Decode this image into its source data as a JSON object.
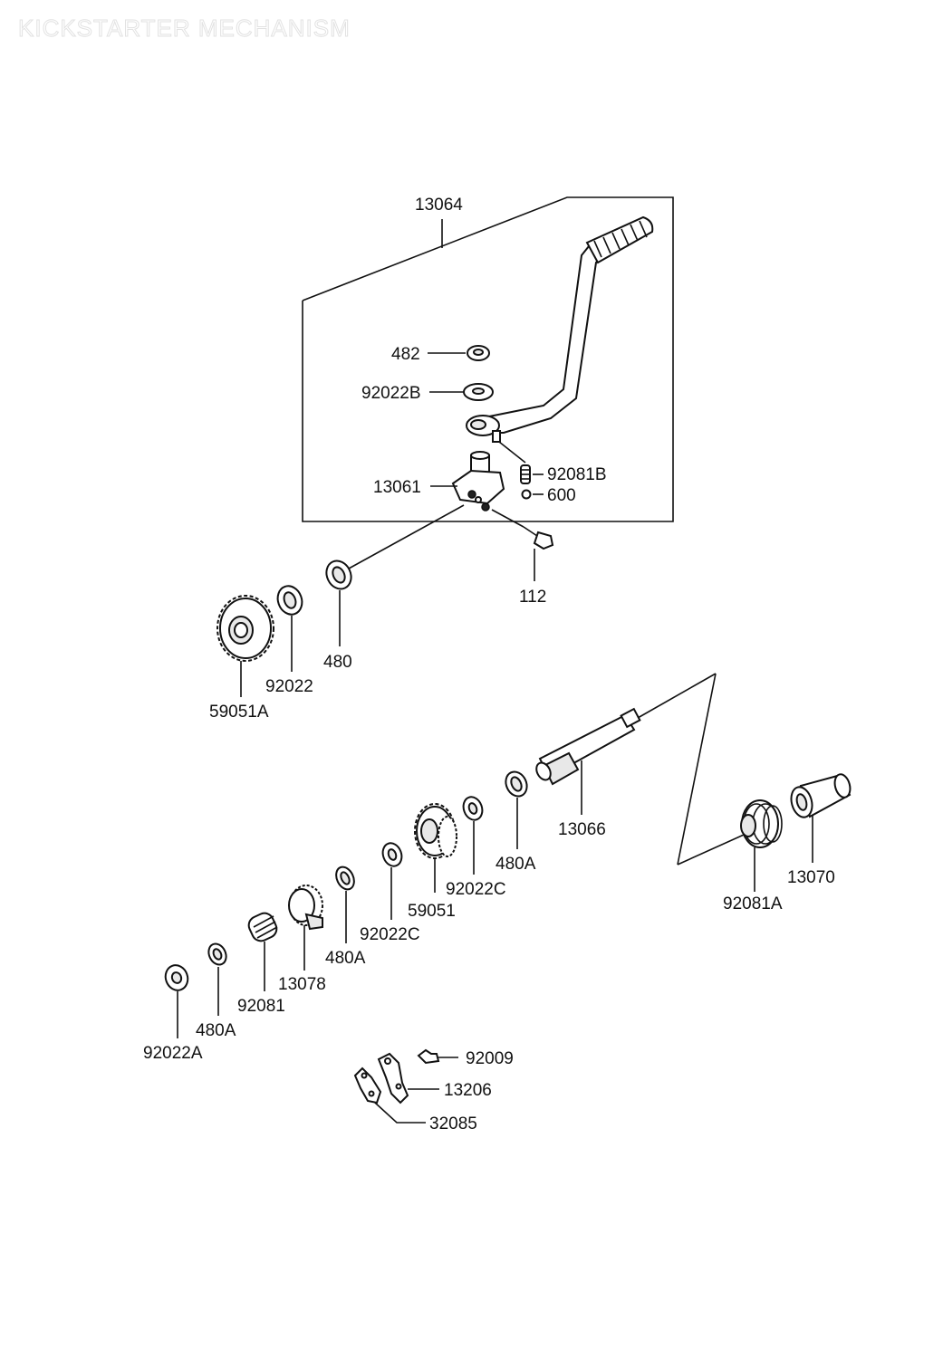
{
  "title": "KICKSTARTER MECHANISM",
  "labels": {
    "l13064": "13064",
    "l482": "482",
    "l92022B": "92022B",
    "l92081B": "92081B",
    "l600": "600",
    "l13061": "13061",
    "l112": "112",
    "l480": "480",
    "l92022": "92022",
    "l59051A": "59051A",
    "l13066": "13066",
    "l480A_1": "480A",
    "l92022C_1": "92022C",
    "l59051": "59051",
    "l92022C_2": "92022C",
    "l480A_2": "480A",
    "l13078": "13078",
    "l92081": "92081",
    "l480A_3": "480A",
    "l92022A": "92022A",
    "l92081A": "92081A",
    "l13070": "13070",
    "l92009": "92009",
    "l13206": "13206",
    "l32085": "32085"
  }
}
